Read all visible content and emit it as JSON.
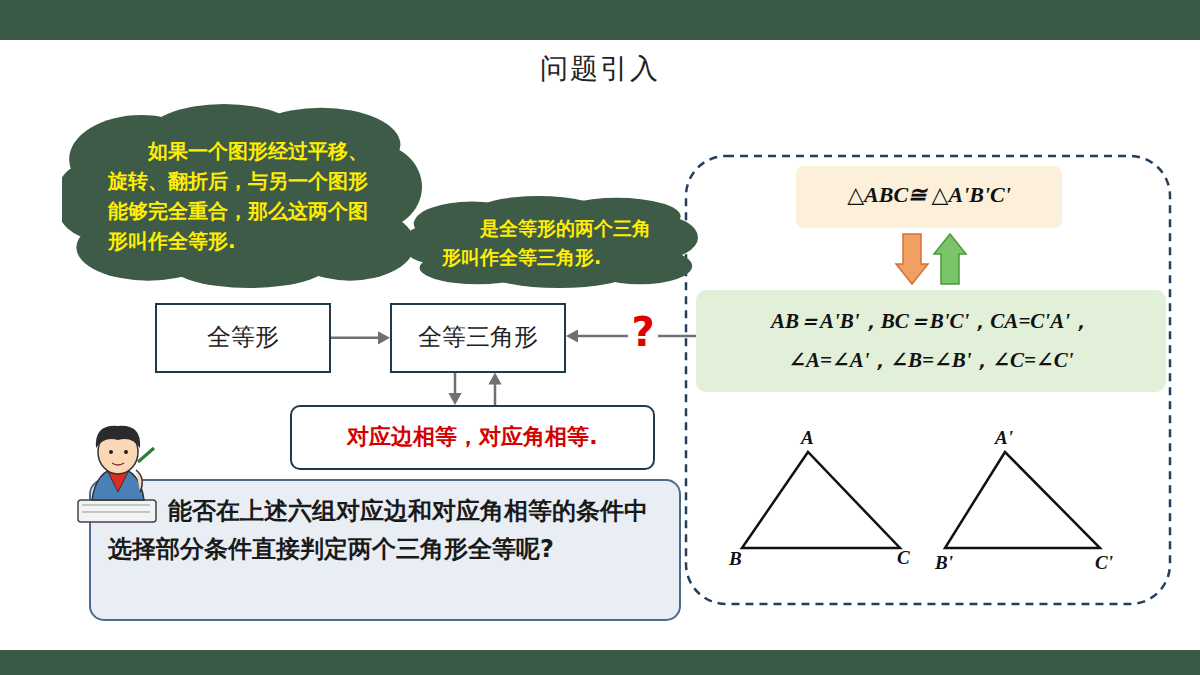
{
  "diagram": {
    "title": "问题引入",
    "nodes": [
      {
        "text": [
          "如果一个图形经过平移、旋转、翻折后，与另一个图形能够完全重合，那么这两个图形叫作全等形."
        ]
      },
      {
        "text": [
          "是全等形的两个三角形叫作全等三角形."
        ]
      },
      {
        "text": [
          "△ABC≅ △A'B'C'"
        ]
      },
      {
        "text": [
          "全等形"
        ]
      },
      {
        "text": [
          "全等三角形"
        ]
      },
      {
        "text": [
          "AB＝A'B'，BC＝B'C'，CA=C'A'，",
          "∠A=∠A'，∠B=∠B'，∠C=∠C'"
        ]
      },
      {
        "text": [
          "对应边相等，对应角相等."
        ]
      },
      {
        "text": [
          "能否在上述六组对应边和对应角相等的条件中选择部分条件直接判定两个三角形全等呢?"
        ]
      }
    ],
    "edges": [
      {
        "from": 3,
        "to": 4,
        "arrow": "to"
      },
      {
        "from": 5,
        "to": 4,
        "label": "?",
        "arrow": "to"
      },
      {
        "from": 4,
        "to": 6,
        "arrow": "to"
      },
      {
        "from": 6,
        "to": 4,
        "arrow": "to"
      },
      {
        "from": 2,
        "to": 5,
        "arrow": "to"
      },
      {
        "from": 5,
        "to": 2,
        "arrow": "to"
      }
    ],
    "labels": [
      "A",
      "B",
      "C",
      "A'",
      "B'",
      "C'"
    ]
  }
}
